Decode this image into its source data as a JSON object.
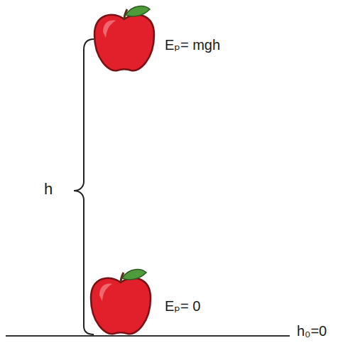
{
  "diagram": {
    "labels": [
      "h",
      "Eₚ= mgh",
      "Eₚ= 0",
      "h₀=0"
    ]
  }
}
